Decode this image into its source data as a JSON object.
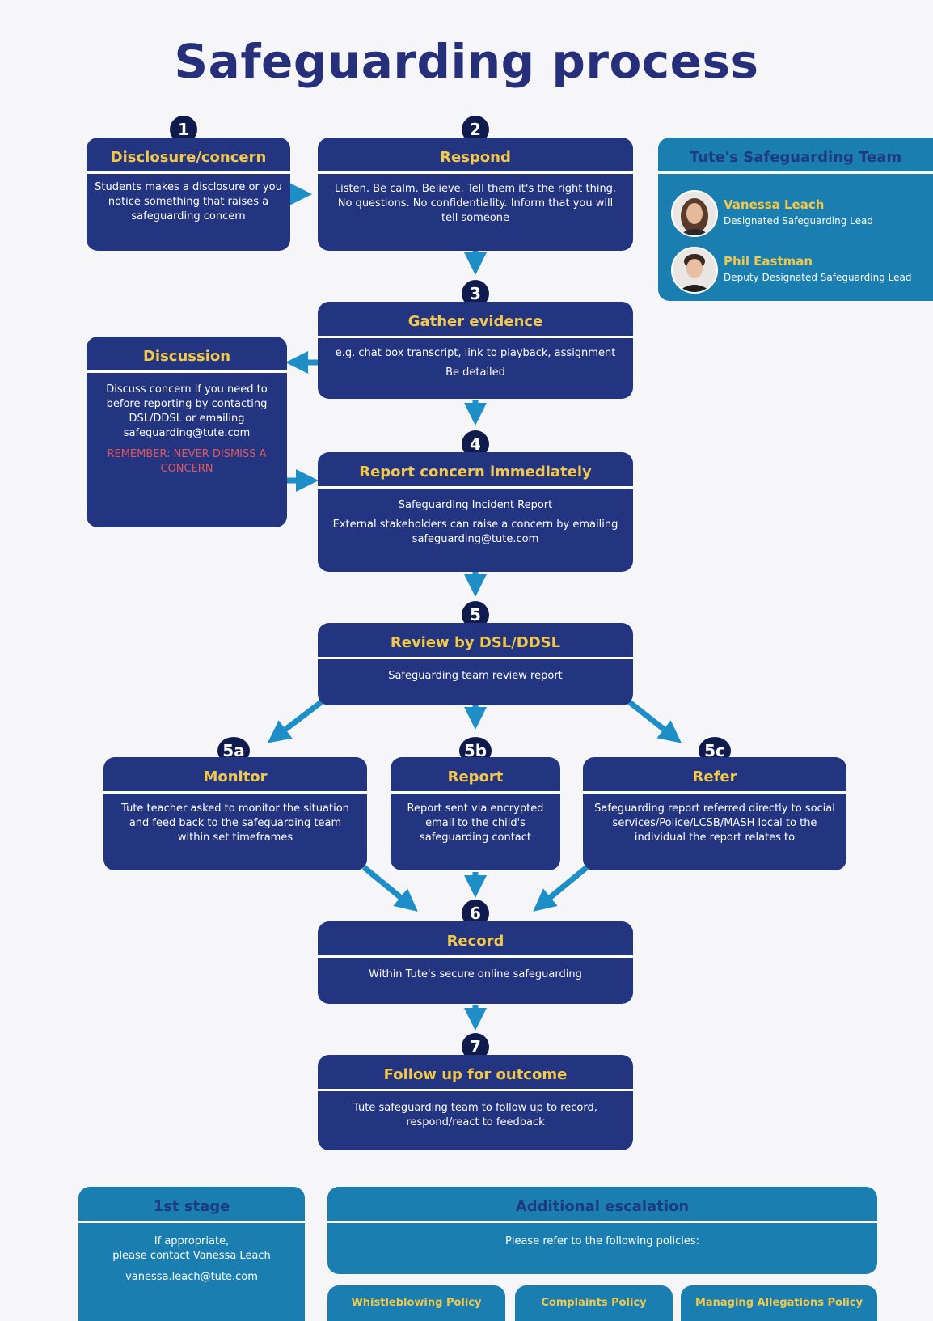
{
  "title": "Safeguarding process",
  "steps": {
    "s1": {
      "num": "1",
      "heading": "Disclosure/concern",
      "body": "Students makes a disclosure or you notice something that raises a safeguarding concern"
    },
    "s2": {
      "num": "2",
      "heading": "Respond",
      "body": "Listen. Be calm. Believe. Tell them it's the right thing. No questions. No confidentiality. Inform that you will tell someone"
    },
    "s3": {
      "num": "3",
      "heading": "Gather evidence",
      "body1": "e.g. chat box transcript, link to playback, assignment",
      "body2": "Be detailed"
    },
    "s4": {
      "num": "4",
      "heading": "Report concern immediately",
      "body1": "Safeguarding Incident Report",
      "body2": "External stakeholders can raise a concern by emailing safeguarding@tute.com"
    },
    "s5": {
      "num": "5",
      "heading": "Review by DSL/DDSL",
      "body": "Safeguarding team review report"
    },
    "s5a": {
      "num": "5a",
      "heading": "Monitor",
      "body": "Tute teacher asked to monitor the situation and feed back to the safeguarding team within set timeframes"
    },
    "s5b": {
      "num": "5b",
      "heading": "Report",
      "body": "Report sent via encrypted email to the child's safeguarding contact"
    },
    "s5c": {
      "num": "5c",
      "heading": "Refer",
      "body": "Safeguarding report referred directly to social services/Police/LCSB/MASH local to the individual the report relates to"
    },
    "s6": {
      "num": "6",
      "heading": "Record",
      "body": "Within Tute's secure online safeguarding"
    },
    "s7": {
      "num": "7",
      "heading": "Follow up for outcome",
      "body": "Tute safeguarding team to follow up to record, respond/react to feedback"
    }
  },
  "discussion": {
    "heading": "Discussion",
    "body": "Discuss concern if you need to before reporting by contacting DSL/DDSL or emailing safeguarding@tute.com",
    "warning": "REMEMBER: NEVER DISMISS A CONCERN"
  },
  "team": {
    "heading": "Tute's Safeguarding Team",
    "members": [
      {
        "name": "Vanessa Leach",
        "role": "Designated Safeguarding Lead"
      },
      {
        "name": "Phil Eastman",
        "role": "Deputy Designated Safeguarding Lead"
      }
    ]
  },
  "first_stage": {
    "heading": "1st stage",
    "line1": "If appropriate,",
    "line2": "please contact Vanessa Leach",
    "email": "vanessa.leach@tute.com"
  },
  "escalation": {
    "heading": "Additional escalation",
    "body": "Please refer to the following policies:",
    "policies": [
      "Whistleblowing Policy",
      "Complaints Policy",
      "Managing Allegations Policy"
    ]
  },
  "colors": {
    "navy": "#233480",
    "teal": "#1a7fb0",
    "yellow": "#f2c84b",
    "arrow": "#1e8ec6",
    "warning": "#e4585b"
  }
}
